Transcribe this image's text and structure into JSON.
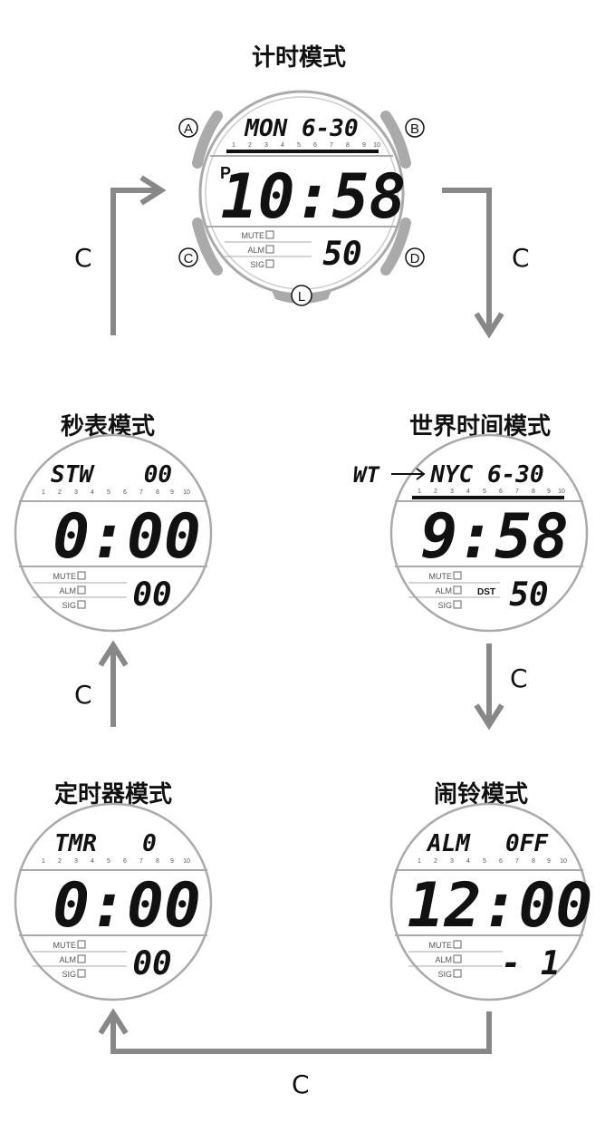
{
  "modes": {
    "timekeeping": {
      "title": "计时模式",
      "top_text": "MON 6-30",
      "pm": "P",
      "main": "10:58",
      "seconds": "50"
    },
    "worldtime": {
      "title": "世界时间模式",
      "prefix": "WT",
      "top_text": "NYC 6-30",
      "main": "9:58",
      "dst": "DST",
      "seconds": "50"
    },
    "stopwatch": {
      "title": "秒表模式",
      "top_left": "STW",
      "top_right": "00",
      "main": "0:00",
      "seconds": "00"
    },
    "timer": {
      "title": "定时器模式",
      "top_left": "TMR",
      "top_right": "0",
      "main": "0:00",
      "seconds": "00"
    },
    "alarm": {
      "title": "闹铃模式",
      "top_left": "ALM",
      "top_right": "0FF",
      "main": "12:00",
      "seconds": "- 1"
    }
  },
  "scale_numbers": [
    "1",
    "2",
    "3",
    "4",
    "5",
    "6",
    "7",
    "8",
    "9",
    "10"
  ],
  "indicators": [
    "MUTE",
    "ALM",
    "SIG"
  ],
  "buttons": {
    "a": "A",
    "b": "B",
    "c": "C",
    "d": "D",
    "l": "L"
  },
  "arrow_label": "C"
}
